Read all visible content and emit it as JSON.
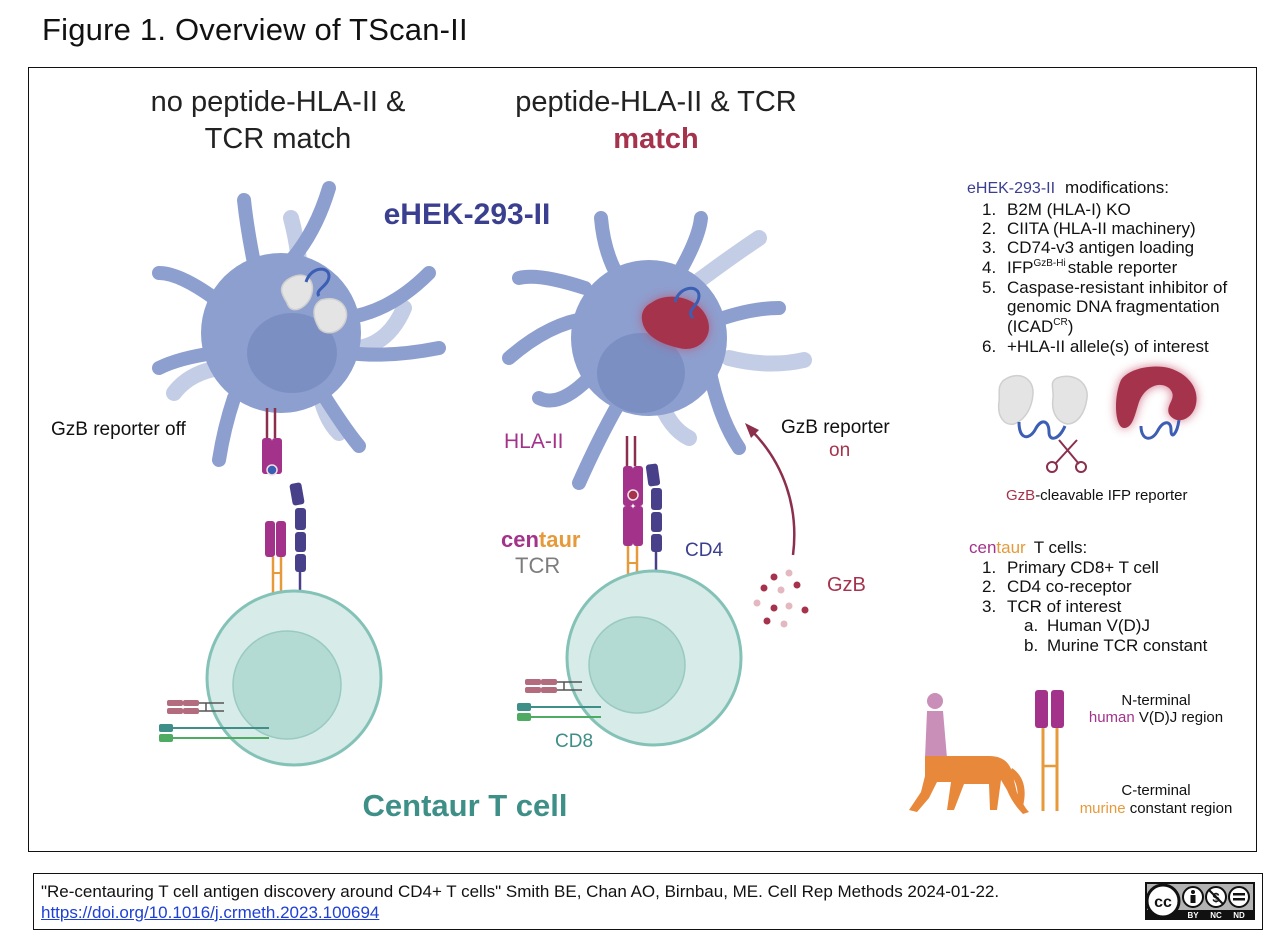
{
  "figure_title": "Figure 1. Overview of TScan-II",
  "columns": {
    "left_heading_line1": "no peptide-HLA-II &",
    "left_heading_line2": "TCR match",
    "right_heading_line1": "peptide-HLA-II & TCR",
    "right_heading_line2": "match"
  },
  "labels": {
    "ehek": "eHEK-293-II",
    "gzb_off": "GzB reporter off",
    "gzb_reporter": "GzB reporter",
    "gzb_on": "on",
    "hla_ii": "HLA-II",
    "centaur_cen": "cen",
    "centaur_taur": "taur",
    "tcr": "TCR",
    "cd4": "CD4",
    "gzb": "GzB",
    "cd8": "CD8",
    "centaur_t_cell": "Centaur T cell"
  },
  "ehek_box": {
    "name": "eHEK-293-II",
    "title_suffix": "modifications:",
    "items": [
      {
        "num": "1.",
        "text": "B2M (HLA-I) KO"
      },
      {
        "num": "2.",
        "text": "CIITA (HLA-II machinery)"
      },
      {
        "num": "3.",
        "text": "CD74-v3 antigen loading"
      },
      {
        "num": "4.",
        "text": "IFP",
        "sup": "GzB-Hi",
        "rest": "stable reporter"
      },
      {
        "num": "5.",
        "text": "Caspase-resistant inhibitor of"
      },
      {
        "num": "",
        "text": "genomic DNA fragmentation"
      },
      {
        "num": "",
        "text": "(ICAD",
        "sup": "CR",
        "rest": ")"
      },
      {
        "num": "6.",
        "text": "+HLA-II allele(s) of interest"
      }
    ],
    "reporter_caption_gzb": "GzB",
    "reporter_caption_rest": "-cleavable IFP reporter"
  },
  "centaur_box": {
    "cen": "cen",
    "taur": "taur",
    "title_suffix": "T cells:",
    "items": [
      {
        "num": "1.",
        "text": "Primary CD8+ T cell"
      },
      {
        "num": "2.",
        "text": "CD4 co-receptor"
      },
      {
        "num": "3.",
        "text": "TCR of interest"
      }
    ],
    "subitems": [
      {
        "num": "a.",
        "text": "Human V(D)J"
      },
      {
        "num": "b.",
        "text": "Murine TCR constant"
      }
    ],
    "n_terminal_line1": "N-terminal",
    "n_terminal_human": "human",
    "n_terminal_line2_rest": "V(D)J region",
    "c_terminal_line1": "C-terminal",
    "c_terminal_murine": "murine",
    "c_terminal_line2_rest": "constant region"
  },
  "citation": {
    "text": "\"Re-centauring T cell antigen discovery around CD4+ T cells\" Smith BE, Chan AO, Birnbau, ME. Cell Rep Methods 2024-01-22.",
    "link": "https://doi.org/10.1016/j.crmeth.2023.100694"
  },
  "license_badge": {
    "cc": "cc",
    "by": "BY",
    "nc": "NC",
    "nd": "ND"
  },
  "colors": {
    "navy": "#3b3f8f",
    "crimson": "#a5334c",
    "magenta": "#a3338a",
    "orange": "#e69a3a",
    "teal": "#3d8f87",
    "gray": "#7d7d7d",
    "cell_blue": "#8d9fcf",
    "t_cell_fill": "#d7ebe8"
  }
}
